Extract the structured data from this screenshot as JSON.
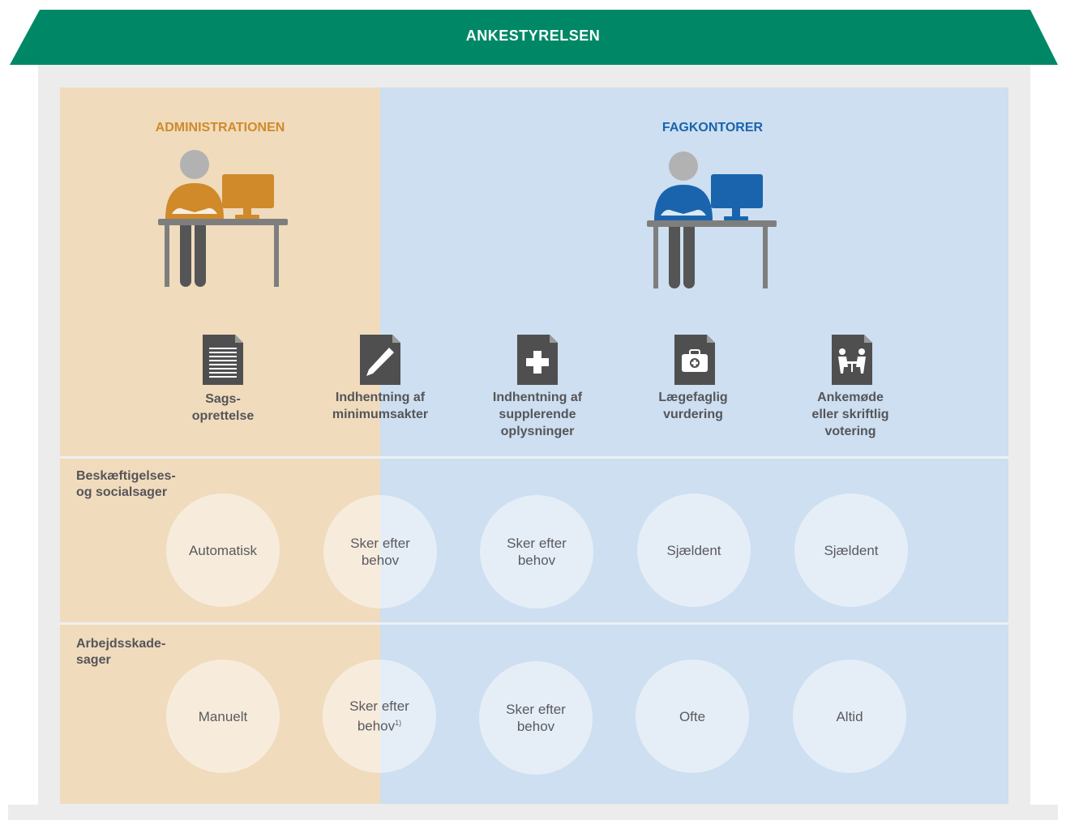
{
  "header": {
    "title": "ANKESTYRELSEN"
  },
  "columns": {
    "admin": "ADMINISTRATIONEN",
    "fag": "FAGKONTORER"
  },
  "colors": {
    "roof": "#008866",
    "admin_bg": "#f0dbbd",
    "fag_bg": "#cddff0",
    "admin_accent": "#d08a2a",
    "fag_accent": "#1a64ad",
    "icon_gray": "#4f4f4f"
  },
  "steps": [
    {
      "label": "Sags-\noprettelse",
      "icon": "document-lines-icon"
    },
    {
      "label": "Indhentning af\nminimumsakter",
      "icon": "pencil-document-icon"
    },
    {
      "label": "Indhentning af\nsupplerende\noplysninger",
      "icon": "plus-document-icon"
    },
    {
      "label": "Lægefaglig\nvurdering",
      "icon": "medical-bag-document-icon"
    },
    {
      "label": "Ankemøde\neller skriftlig\nvotering",
      "icon": "meeting-document-icon"
    }
  ],
  "rows": [
    {
      "label": "Beskæftigelses-\nog socialsager",
      "values": [
        "Automatisk",
        "Sker efter\nbehov",
        "Sker efter\nbehov",
        "Sjældent",
        "Sjældent"
      ]
    },
    {
      "label": "Arbejdsskade-\nsager",
      "values": [
        "Manuelt",
        "Sker efter\nbehov",
        "Sker efter\nbehov",
        "Ofte",
        "Altid"
      ],
      "footnote": "1)"
    }
  ]
}
